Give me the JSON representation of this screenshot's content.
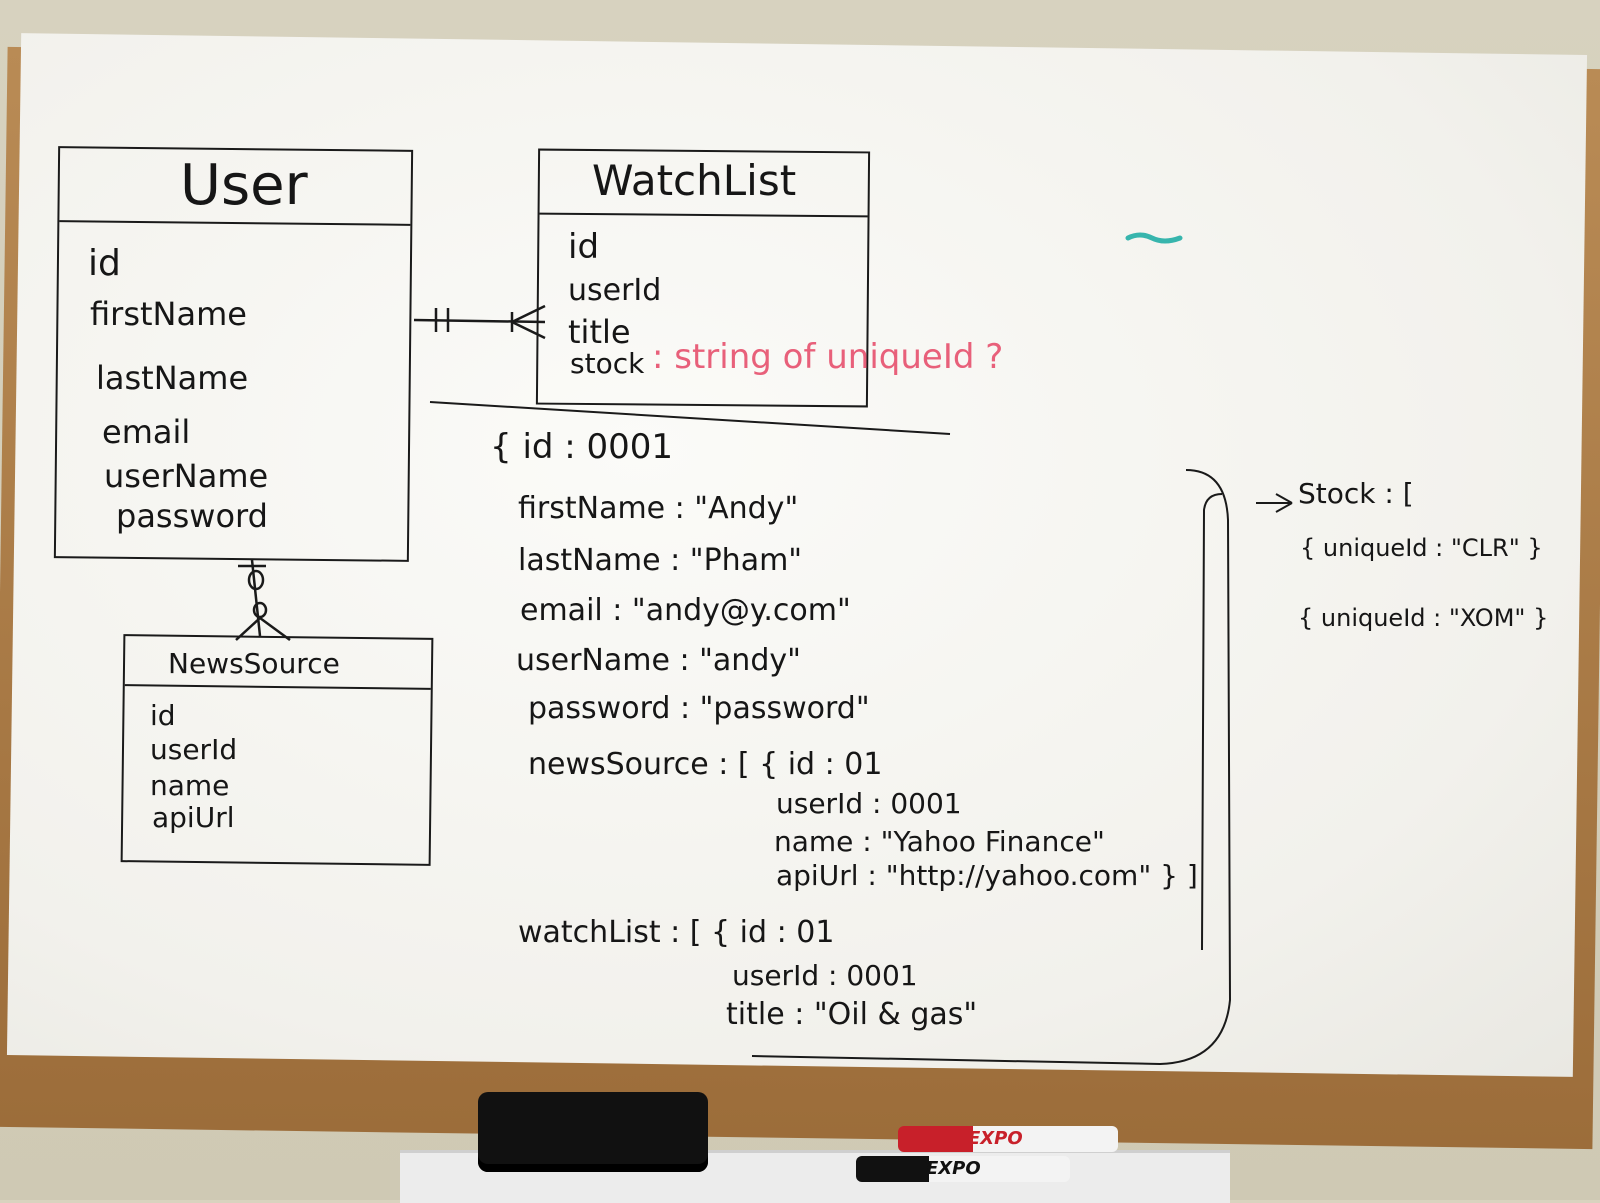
{
  "entities": {
    "user": {
      "title": "User",
      "fields": [
        "id",
        "firstName",
        "lastName",
        "email",
        "userName",
        "password"
      ]
    },
    "watchlist": {
      "title": "WatchList",
      "fields": [
        "id",
        "userId",
        "title",
        "stock"
      ]
    },
    "newssource": {
      "title": "NewsSource",
      "fields": [
        "id",
        "userId",
        "name",
        "apiUrl"
      ]
    }
  },
  "note": ": string of uniqueId ?",
  "json_example": {
    "lines": [
      "{  id : 0001",
      "firstName : \"Andy\"",
      "lastName : \"Pham\"",
      "email : \"andy@y.com\"",
      "userName : \"andy\"",
      "password : \"password\"",
      "newsSource : [ { id : 01",
      "userId : 0001",
      "name : \"Yahoo Finance\"",
      "apiUrl : \"http://yahoo.com\" } ]",
      "watchList : [ { id : 01",
      "userId : 0001",
      "title : \"Oil & gas\""
    ]
  },
  "stock_example": {
    "lines": [
      "Stock : [",
      "{ uniqueId : \"CLR\" }",
      "{ uniqueId : \"XOM\" }"
    ]
  },
  "markers": [
    "EXPO",
    "EXPO"
  ],
  "colors": {
    "ink": "#161616",
    "pink": "#e8607a",
    "teal": "#37b5ad",
    "marker_red": "#c8202a"
  }
}
